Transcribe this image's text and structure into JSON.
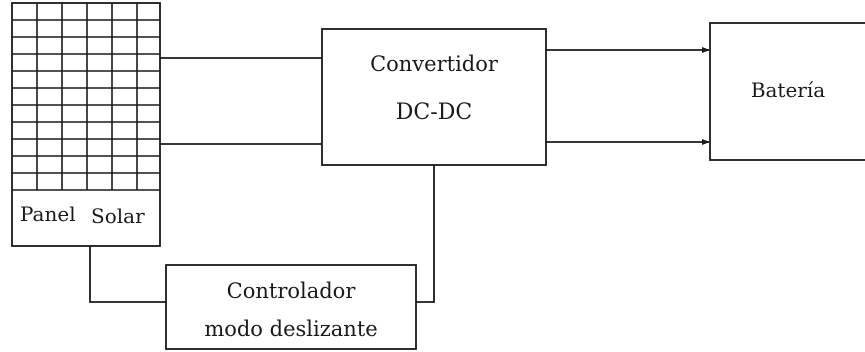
{
  "panel": {
    "label_1": "Panel",
    "label_2": "Solar"
  },
  "converter": {
    "line_1": "Convertidor",
    "line_2": "DC-DC"
  },
  "battery": {
    "label": "Batería"
  },
  "controller": {
    "line_1": "Controlador",
    "line_2": "modo deslizante"
  },
  "colors": {
    "stroke": "#1a1a1a",
    "background": "#ffffff"
  }
}
